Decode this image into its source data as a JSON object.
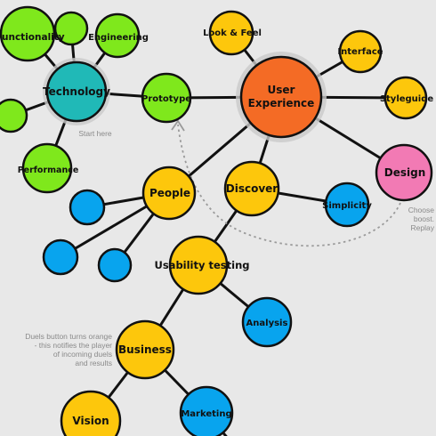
{
  "colors": {
    "background": "#e8e8e8",
    "green": "#7fe81c",
    "teal": "#20b9b7",
    "orange": "#f46b25",
    "yellow": "#fdc70c",
    "blue": "#08a4ee",
    "pink": "#f27ab4",
    "stroke": "#111111",
    "note": "#8a8a8a"
  },
  "nodes": {
    "functionality": "Functionality",
    "engineering": "Engineering",
    "technology": "Technology",
    "performance": "Performance",
    "prototype": "Prototype",
    "look_and_feel": "Look & Feel",
    "user_experience_line1": "User",
    "user_experience_line2": "Experience",
    "interface": "Interface",
    "styleguide": "Styleguide",
    "design": "Design",
    "people": "People",
    "discover": "Discover",
    "simplicity": "Simplicity",
    "usability_testing": "Usability testing",
    "analysis": "Analysis",
    "business": "Business",
    "vision": "Vision",
    "marketing": "Marketing"
  },
  "notes": {
    "start_here": "Start here",
    "choose_boost_line1": "Choose",
    "choose_boost_line2": "boost.",
    "choose_boost_line3": "Replay",
    "duels_line1": "Duels button turns orange",
    "duels_line2": "- this notifies the player",
    "duels_line3": "of incoming duels",
    "duels_line4": "and results"
  }
}
